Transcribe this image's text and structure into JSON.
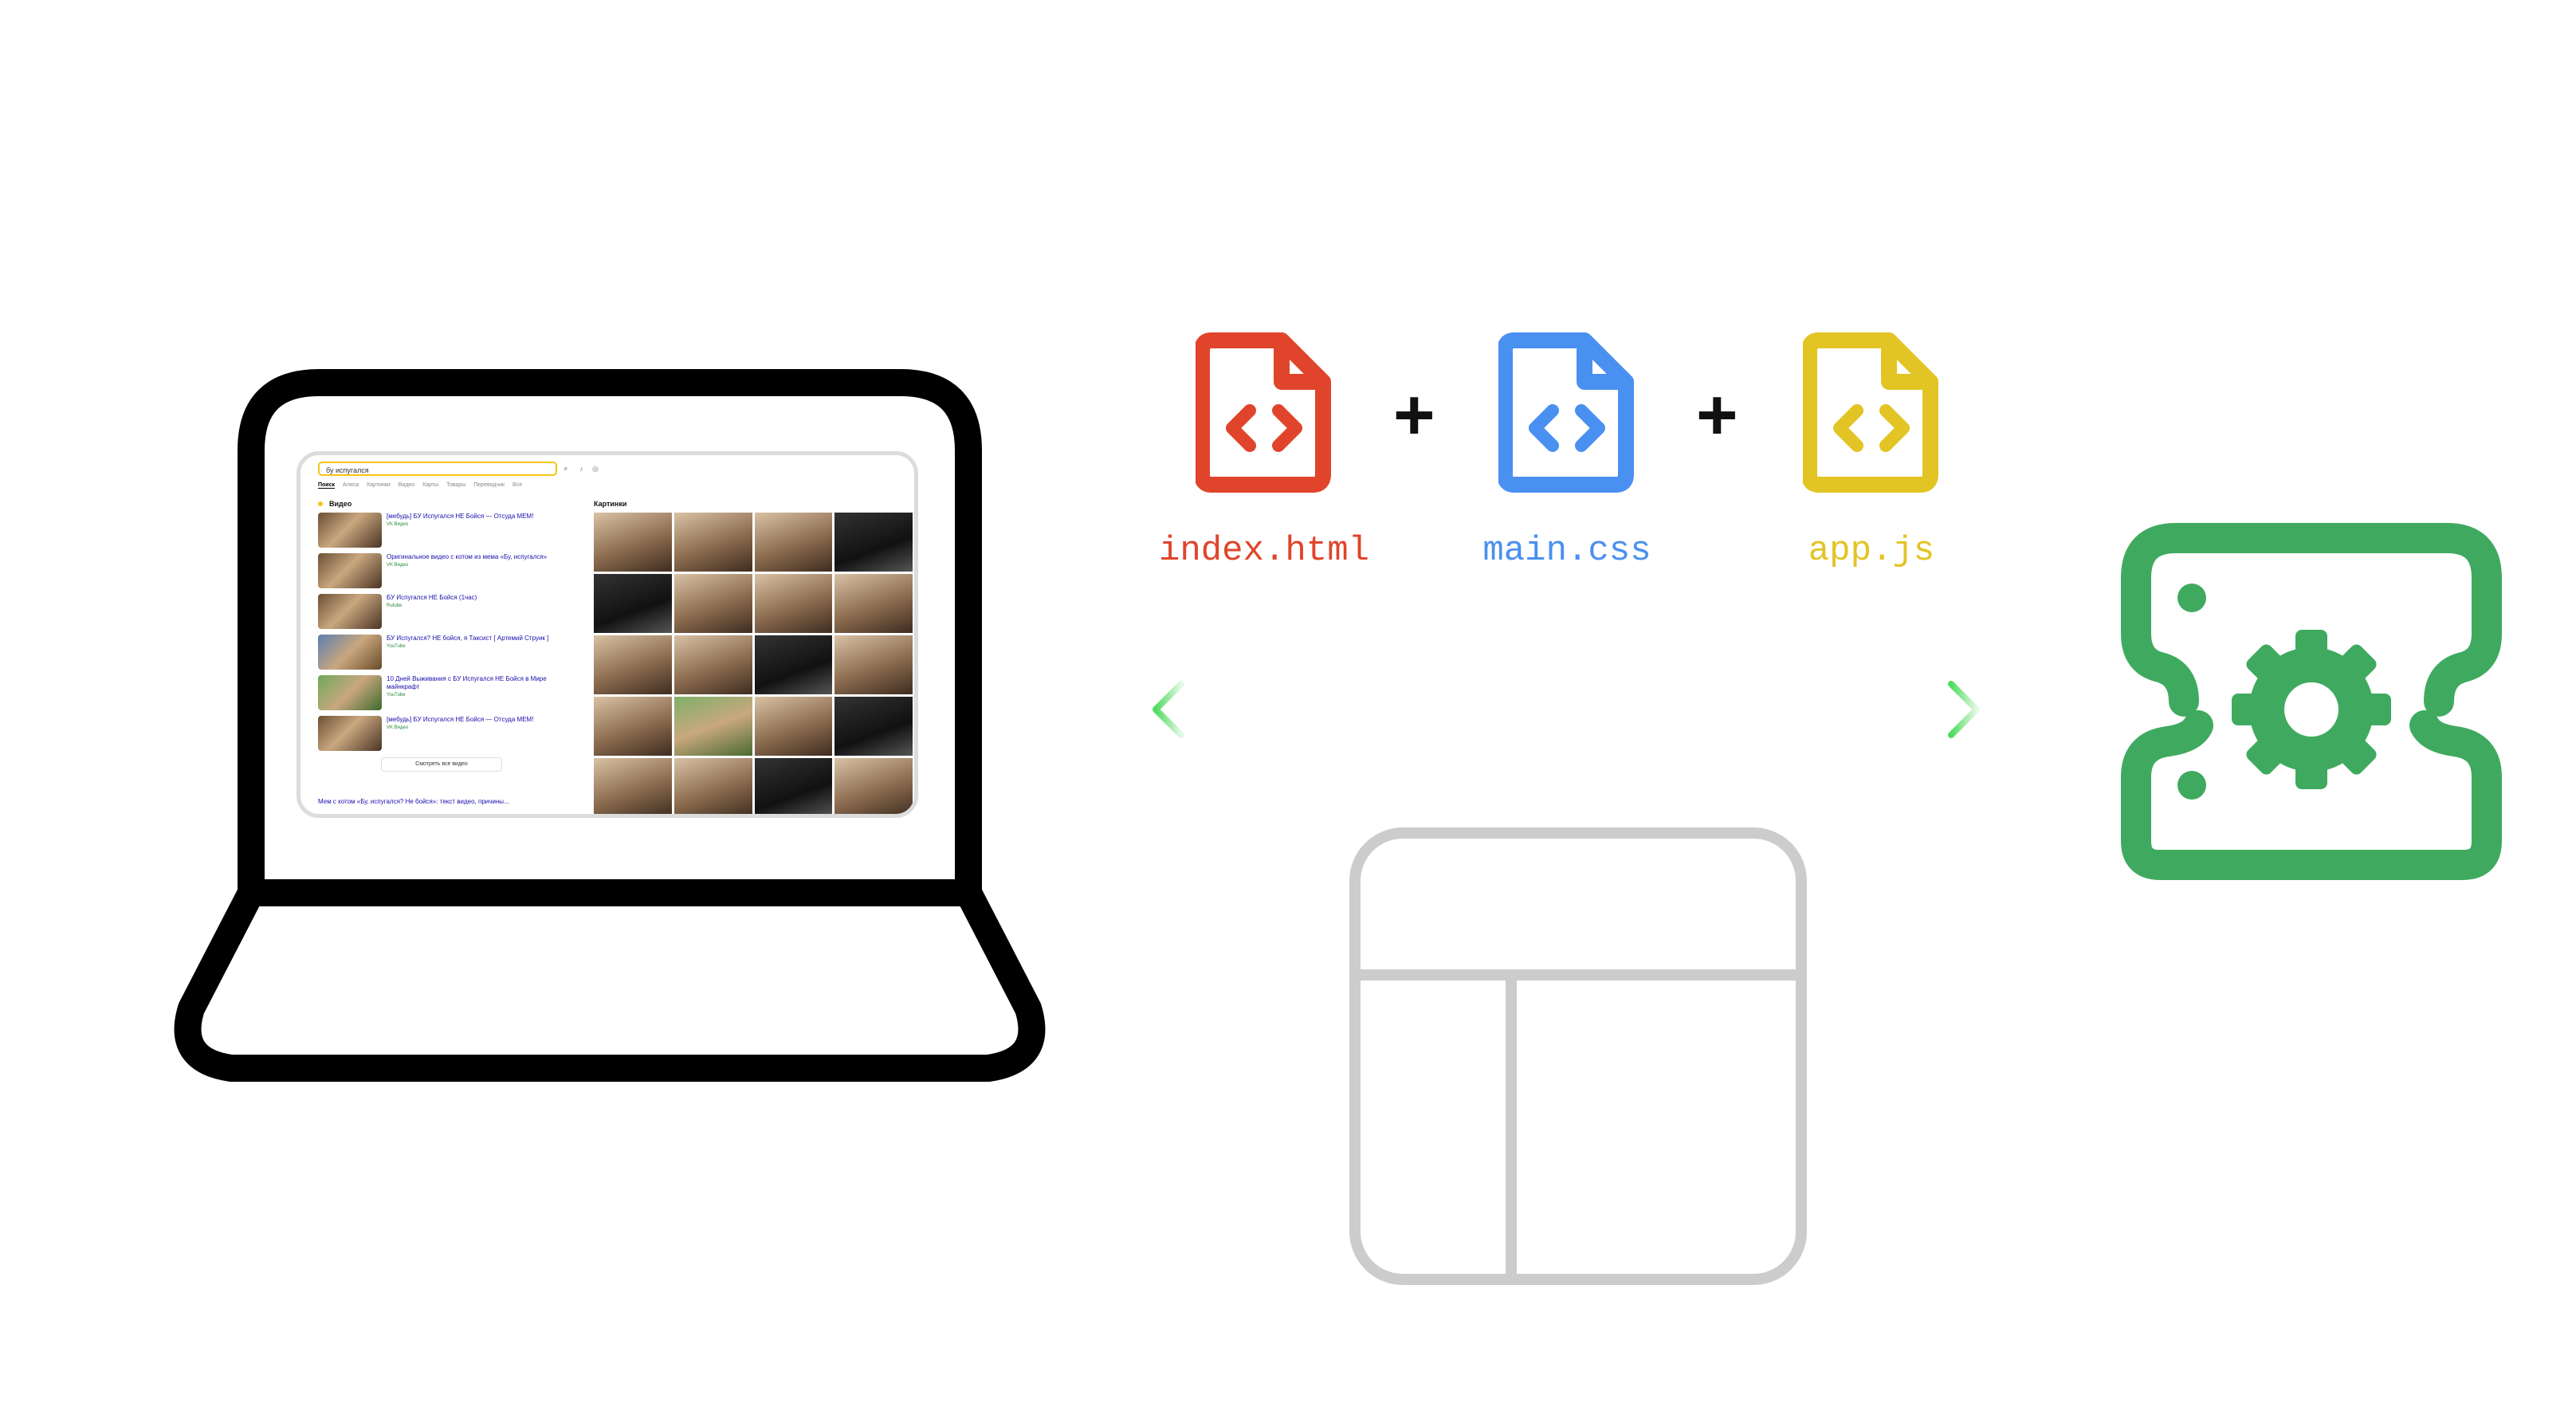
{
  "files": [
    {
      "name": "index.html",
      "color": "#e0452b"
    },
    {
      "name": "main.css",
      "color": "#4a90f0"
    },
    {
      "name": "app.js",
      "color": "#e2c424"
    }
  ],
  "plus_sign": "+",
  "colors": {
    "laptop": "#000000",
    "arrow_start": "#4fdc5c",
    "arrow_end": "#e6f8e8",
    "layout_icon": "#cccccc",
    "settings_icon": "#3faa5f"
  },
  "icons": [
    "code-file-icon",
    "layout-icon",
    "settings-gear-icon",
    "laptop-icon",
    "double-arrow-icon"
  ],
  "screen": {
    "search_query": "бу испугался",
    "tabs": [
      "Поиск",
      "Алиса",
      "Картинки",
      "Видео",
      "Карты",
      "Товары",
      "Переводчик",
      "Все"
    ],
    "videos_heading": "Видео",
    "videos": [
      {
        "title": "[мебудь] БУ Испугался НЕ Бойся — Отсуда МЕМ!",
        "meta": "VK Видео"
      },
      {
        "title": "Оригинальное видео с котом из мема «Бу, испугался»",
        "meta": "VK Видео"
      },
      {
        "title": "БУ Испугался НЕ Бойся (1час)",
        "meta": "Rutube"
      },
      {
        "title": "БУ Испугался? НЕ бойся, я Таксист [ Артемий Струик ]",
        "meta": "YouTube"
      },
      {
        "title": "10 Дней Выживания с БУ Испугался НЕ Бойся в Мире майнкрафт",
        "meta": "YouTube"
      },
      {
        "title": "[мебудь] БУ Испугался НЕ Бойся — Отсуда МЕМ!",
        "meta": "VK Видео"
      }
    ],
    "more_videos": "Смотреть все видео",
    "images_heading": "Картинки",
    "bottom_result": "Мем с котом «Бу, испугался? Не бойся»: текст видео, причины..."
  }
}
